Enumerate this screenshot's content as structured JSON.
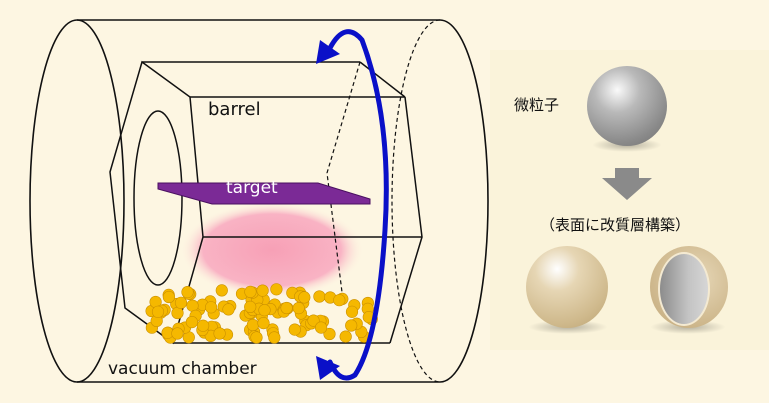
{
  "diagram": {
    "labels": {
      "barrel": "barrel",
      "target": "target",
      "chamber": "vacuum chamber"
    },
    "right_panel": {
      "particle_label": "微粒子",
      "process_label": "（表面に改質層構築）"
    },
    "colors": {
      "rotation_arrow": "#0a10c8",
      "target": "#7b2a96",
      "plasma": "#f7a8bc",
      "particles": "#f5b800",
      "background": "#fdf6e2"
    }
  }
}
